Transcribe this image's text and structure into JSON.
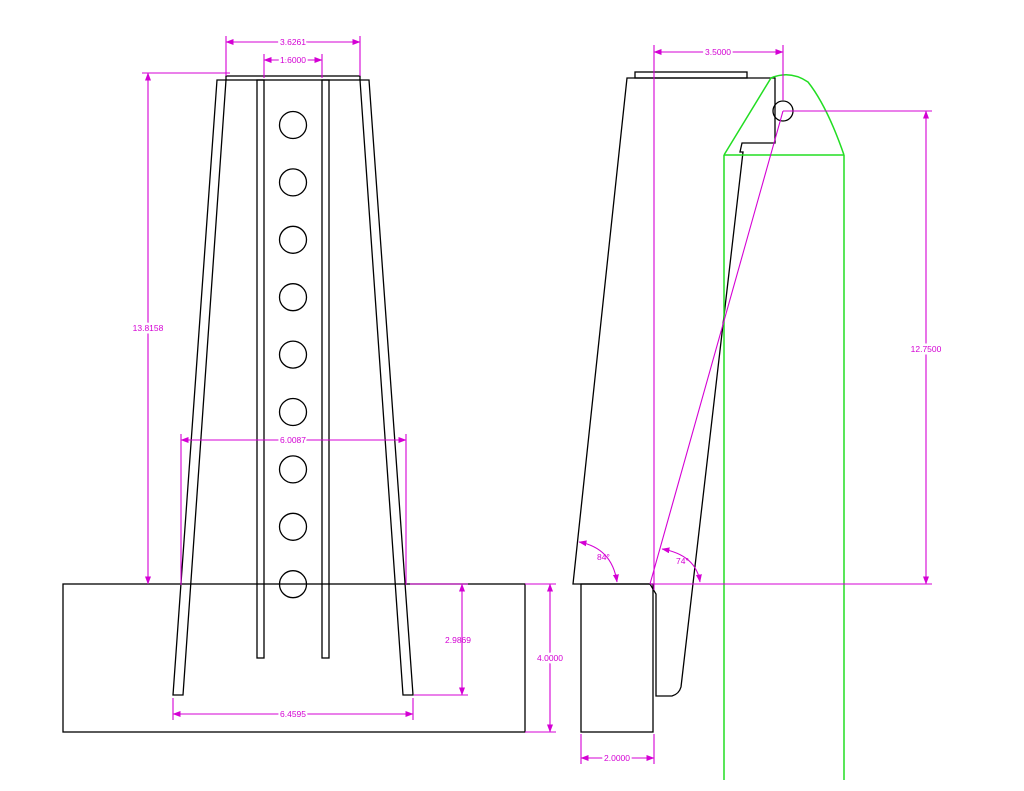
{
  "colors": {
    "object_lines": "#000000",
    "dimension_lines": "#d400d4",
    "overlay_lines": "#22dd22",
    "background": "#ffffff"
  },
  "dimensions": {
    "front_top_width": "3.6261",
    "channel_width": "1.6000",
    "front_height": "13.8158",
    "leg_spread_mid": "6.0087",
    "leg_spread_bottom": "6.4595",
    "leg_embed_depth": "2.9869",
    "base_height": "4.0000",
    "side_top_offset": "3.5000",
    "side_height": "12.7500",
    "side_base_width": "2.0000",
    "angle_left": "84°",
    "angle_right": "74°"
  },
  "hole_count": 9
}
